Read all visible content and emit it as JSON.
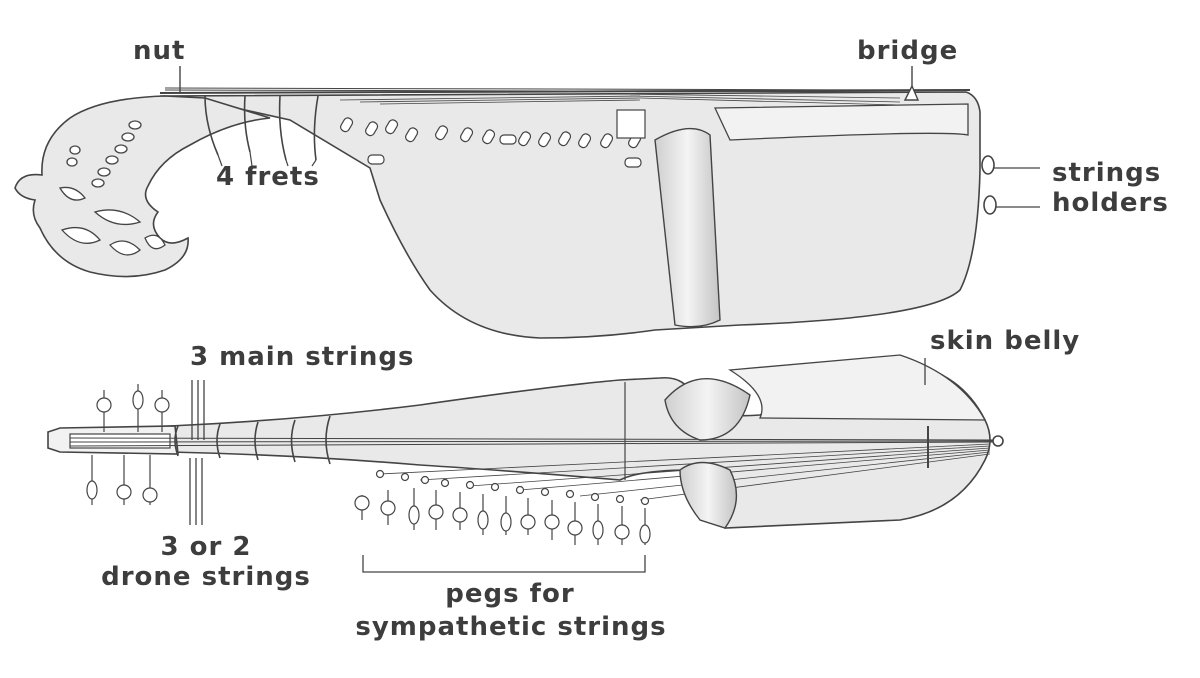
{
  "labels": {
    "nut": "nut",
    "bridge": "bridge",
    "frets": "4 frets",
    "strings_holders_line1": "strings",
    "strings_holders_line2": "holders",
    "skin_belly": "skin belly",
    "main_strings": "3 main strings",
    "drone_strings_line1": "3 or 2",
    "drone_strings_line2": "drone strings",
    "pegs_line1": "pegs for",
    "pegs_line2": "sympathetic strings"
  },
  "colors": {
    "label": "#3d3d3d",
    "outline": "#444444",
    "body_fill": "#e9e9e9",
    "shade": "#cfcfcf"
  }
}
